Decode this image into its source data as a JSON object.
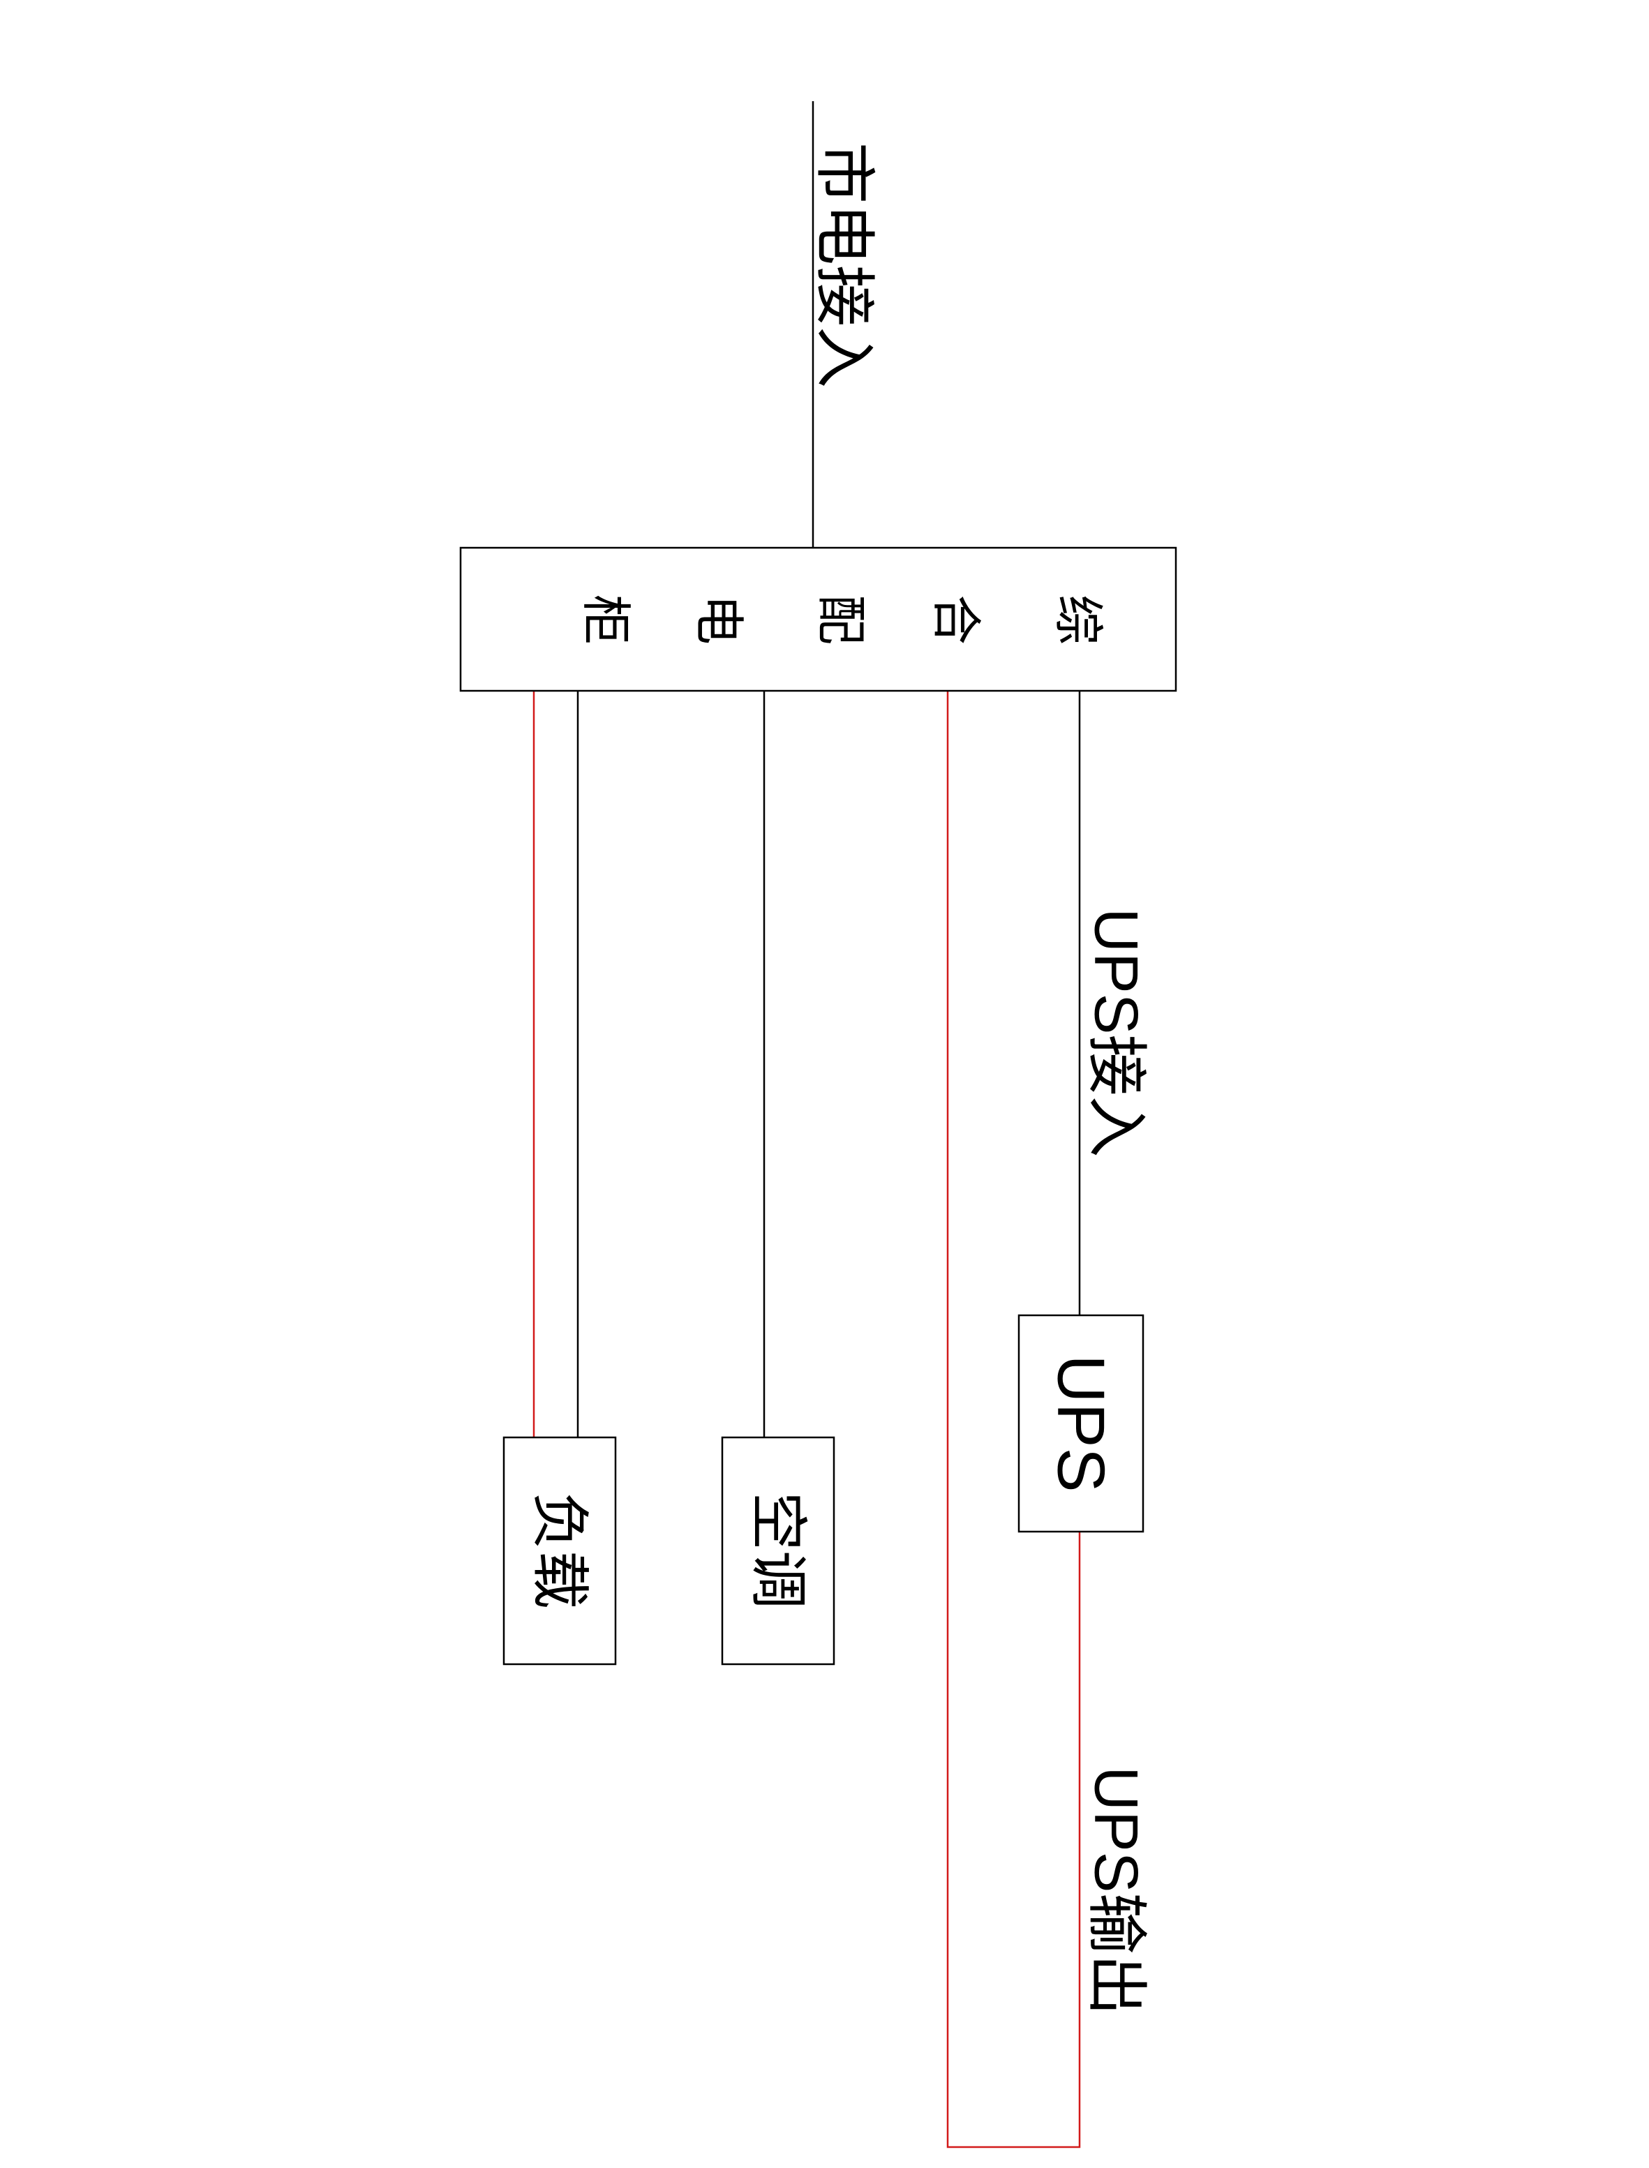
{
  "nodes": {
    "cabinet_chars": [
      "综",
      "合",
      "配",
      "电",
      "柜"
    ],
    "ups": "UPS",
    "aircon": "空调",
    "load": "负载"
  },
  "edges": {
    "mains_in": "市电接入",
    "ups_in": "UPS接入",
    "ups_out": "UPS输出"
  },
  "colors": {
    "normal_wire": "#000000",
    "ups_wire": "#d21a1a"
  }
}
